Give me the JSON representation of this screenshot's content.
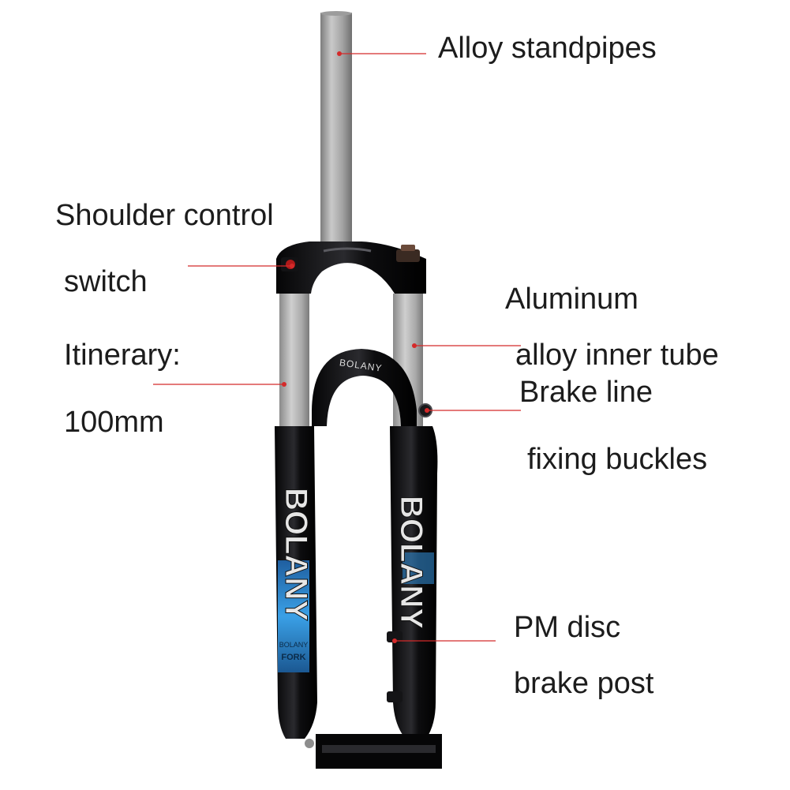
{
  "labels": {
    "alloy_standpipes": "Alloy standpipes",
    "shoulder_control_line1": "Shoulder control",
    "shoulder_control_line2": "switch",
    "itinerary_line1": "Itinerary:",
    "itinerary_line2": "100mm",
    "inner_tube_line1": "Aluminum",
    "inner_tube_line2": "alloy inner tube",
    "brake_line_line1": "Brake line",
    "brake_line_line2": "fixing buckles",
    "pm_disc_line1": "PM disc",
    "pm_disc_line2": "brake post"
  },
  "fork_markings": {
    "crown_brand": "BOLANY",
    "leg_brand": "BOLANY",
    "sticker_line1": "BOLANY",
    "sticker_line2": "FORK"
  },
  "colors": {
    "callout": "#d42a2a",
    "fork_body": "#0b0b0d",
    "standpipe": "#a7a7a7",
    "accent_blue": "#2e86c9",
    "decal": "#e8e8e8"
  }
}
